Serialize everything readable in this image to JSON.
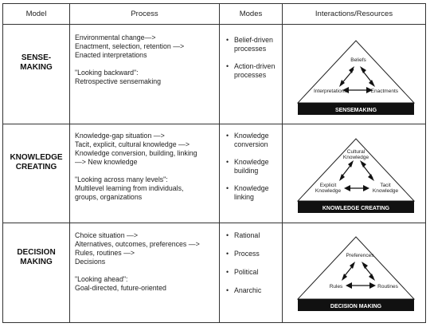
{
  "headers": {
    "model": "Model",
    "process": "Process",
    "modes": "Modes",
    "interactions": "Interactions/Resources"
  },
  "rows": [
    {
      "model_lines": [
        "SENSE-",
        "MAKING"
      ],
      "process_lines": [
        "Environmental change—>",
        "Enactment, selection, retention —>",
        "Enacted interpretations",
        "",
        "\"Looking backward\":",
        "Retrospective sensemaking"
      ],
      "modes": [
        {
          "line1": "Belief-driven",
          "line2": "processes"
        },
        {
          "line1": "Action-driven",
          "line2": "processes"
        }
      ],
      "diagram": {
        "top": "Beliefs",
        "left": "Interpretations",
        "right": "Enactments",
        "bar": "SENSEMAKING"
      }
    },
    {
      "model_lines": [
        "KNOWLEDGE",
        "CREATING"
      ],
      "process_lines": [
        "Knowledge-gap situation —>",
        "Tacit, explicit, cultural knowledge —>",
        "Knowledge conversion, building, linking",
        "—> New knowledge",
        "",
        "\"Looking across many levels\":",
        "Multilevel learning from individuals,",
        "groups, organizations"
      ],
      "modes": [
        {
          "line1": "Knowledge",
          "line2": "conversion"
        },
        {
          "line1": "Knowledge",
          "line2": "building"
        },
        {
          "line1": "Knowledge",
          "line2": "linking"
        }
      ],
      "diagram": {
        "top": "Cultural",
        "top2": "Knowledge",
        "left": "Explicit",
        "left2": "Knowledge",
        "right": "Tacit",
        "right2": "Knowledge",
        "bar": "KNOWLEDGE CREATING"
      }
    },
    {
      "model_lines": [
        "DECISION",
        "MAKING"
      ],
      "process_lines": [
        "Choice situation —>",
        "Alternatives, outcomes, preferences —>",
        "Rules, routines —>",
        "Decisions",
        "",
        "\"Looking ahead\":",
        "Goal-directed, future-oriented"
      ],
      "modes": [
        {
          "line1": "Rational",
          "line2": ""
        },
        {
          "line1": "Process",
          "line2": ""
        },
        {
          "line1": "Political",
          "line2": ""
        },
        {
          "line1": "Anarchic",
          "line2": ""
        }
      ],
      "diagram": {
        "top": "Preferences",
        "left": "Rules",
        "right": "Routines",
        "bar": "DECISION MAKING"
      }
    }
  ]
}
